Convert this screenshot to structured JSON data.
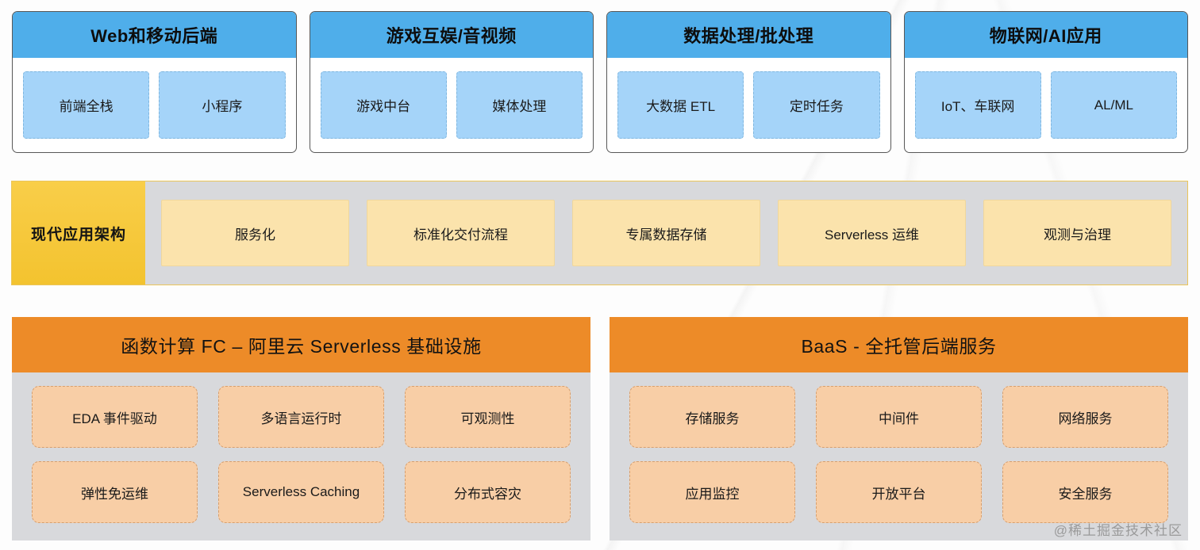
{
  "scenarios": {
    "panels": [
      {
        "title": "Web和移动后端",
        "cards": [
          "前端全栈",
          "小程序"
        ]
      },
      {
        "title": "游戏互娱/音视频",
        "cards": [
          "游戏中台",
          "媒体处理"
        ]
      },
      {
        "title": "数据处理/批处理",
        "cards": [
          "大数据 ETL",
          "定时任务"
        ]
      },
      {
        "title": "物联网/AI应用",
        "cards": [
          "IoT、车联网",
          "AL/ML"
        ]
      }
    ]
  },
  "architecture": {
    "label": "现代应用架构",
    "cards": [
      "服务化",
      "标准化交付流程",
      "专属数据存储",
      "Serverless 运维",
      "观测与治理"
    ]
  },
  "platform": {
    "panels": [
      {
        "title": "函数计算 FC – 阿里云 Serverless 基础设施",
        "rows": [
          [
            "EDA 事件驱动",
            "多语言运行时",
            "可观测性"
          ],
          [
            "弹性免运维",
            "Serverless Caching",
            "分布式容灾"
          ]
        ]
      },
      {
        "title": "BaaS - 全托管后端服务",
        "rows": [
          [
            "存储服务",
            "中间件",
            "网络服务"
          ],
          [
            "应用监控",
            "开放平台",
            "安全服务"
          ]
        ]
      }
    ]
  },
  "watermark": "@稀土掘金技术社区",
  "colors": {
    "scenario_header": "#4FAEEA",
    "scenario_card": "#A5D4F9",
    "architecture_label": "#F7CA3F",
    "architecture_card": "#FBE3AC",
    "architecture_band": "#D8D9DC",
    "platform_header": "#ED8B28",
    "platform_card": "#F8CEA6",
    "platform_body": "#D8D9DC"
  }
}
